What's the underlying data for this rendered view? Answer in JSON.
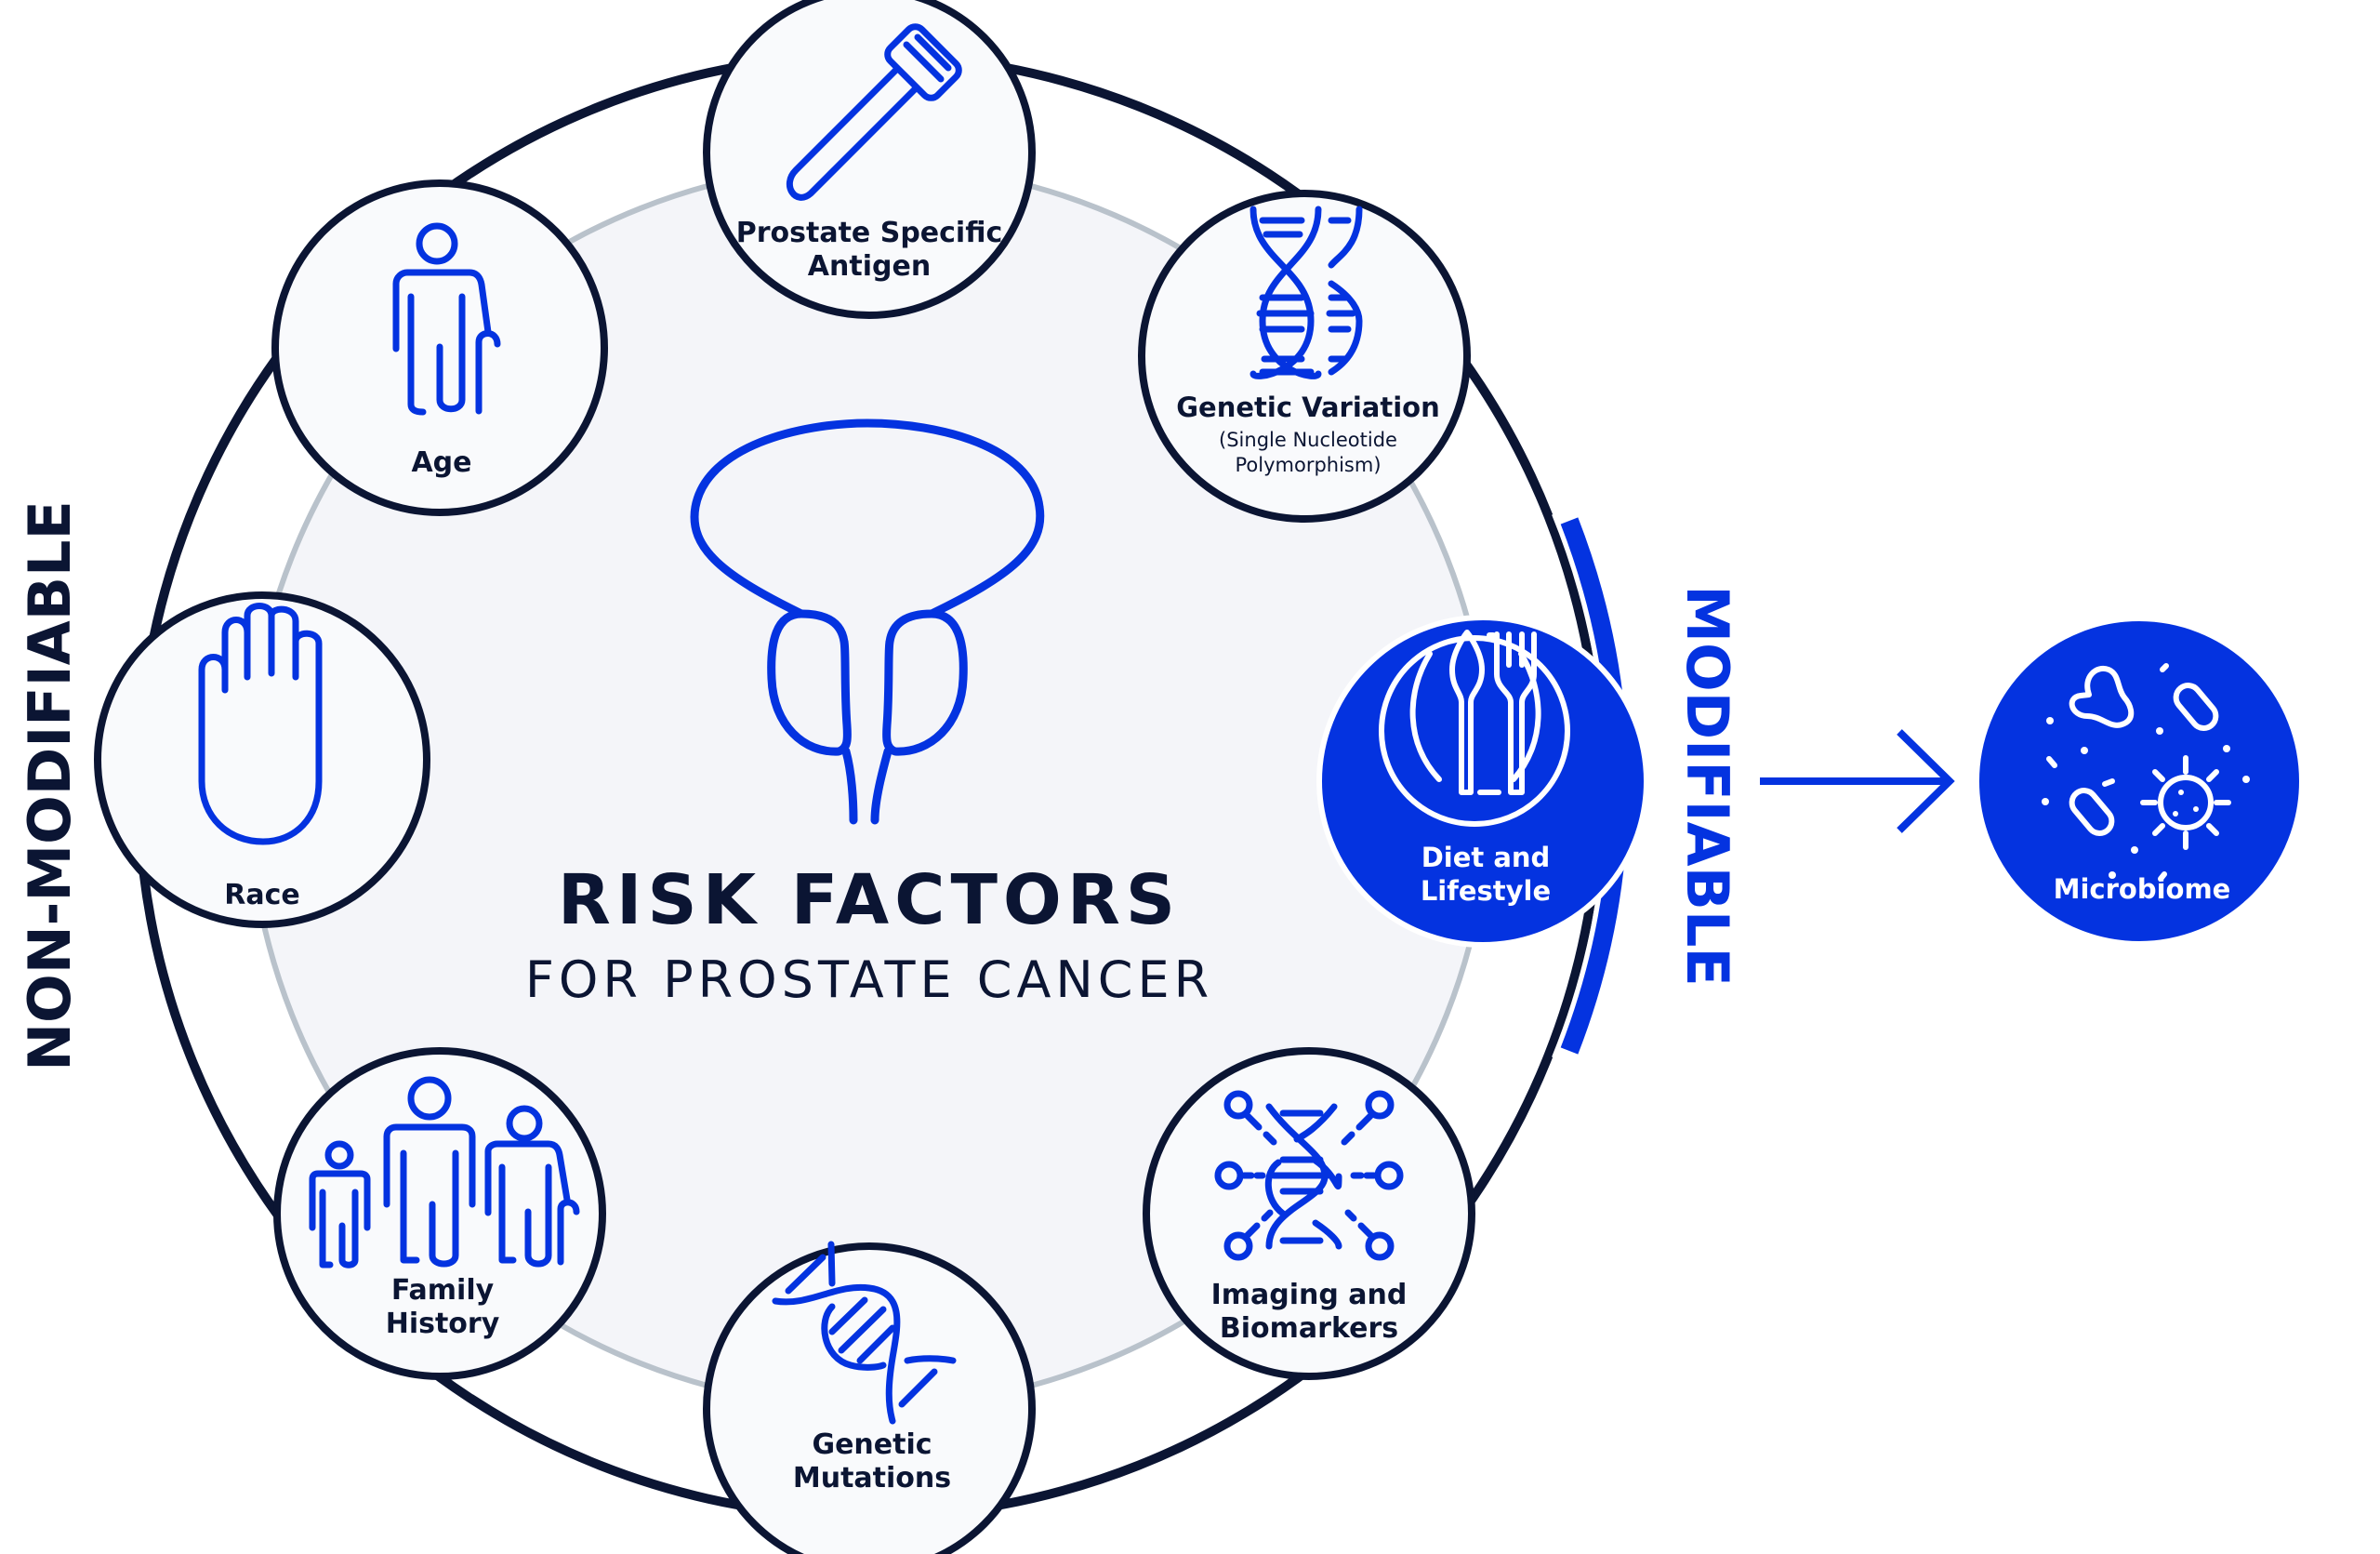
{
  "title": {
    "main": "RISK FACTORS",
    "sub": "FOR PROSTATE CANCER"
  },
  "side_labels": {
    "left": "NON-MODIFIABLE",
    "right": "MODIFIABLE"
  },
  "factors": [
    {
      "id": "psa",
      "line1": "Prostate Specific",
      "line2": "Antigen",
      "icon": "test-tube-icon",
      "category": "non-modifiable"
    },
    {
      "id": "genetic-variation",
      "line1": "Genetic Variation",
      "sub1": "(Single Nucleotide",
      "sub2": "Polymorphism)",
      "icon": "dna-double-helix-icon",
      "category": "non-modifiable"
    },
    {
      "id": "diet",
      "line1": "Diet and",
      "line2": "Lifestyle",
      "icon": "plate-cutlery-icon",
      "category": "modifiable"
    },
    {
      "id": "imaging",
      "line1": "Imaging and",
      "line2": "Biomarkers",
      "icon": "dna-network-icon",
      "category": "non-modifiable"
    },
    {
      "id": "genetic-mutations",
      "line1": "Genetic",
      "line2": "Mutations",
      "icon": "dna-strand-icon",
      "category": "non-modifiable"
    },
    {
      "id": "family-history",
      "line1": "Family",
      "line2": "History",
      "icon": "family-icon",
      "category": "non-modifiable"
    },
    {
      "id": "race",
      "line1": "Race",
      "icon": "hand-icon",
      "category": "non-modifiable"
    },
    {
      "id": "age",
      "line1": "Age",
      "icon": "elderly-person-icon",
      "category": "non-modifiable"
    }
  ],
  "linked": {
    "from": "Diet and Lifestyle",
    "to": {
      "line1": "Microbiome",
      "icon": "microbes-icon"
    }
  },
  "colors": {
    "accent_blue": "#0433e0",
    "dark_navy": "#0b1533",
    "inner_fill": "#f4f5f9",
    "inner_stroke": "#b9c2cb"
  }
}
